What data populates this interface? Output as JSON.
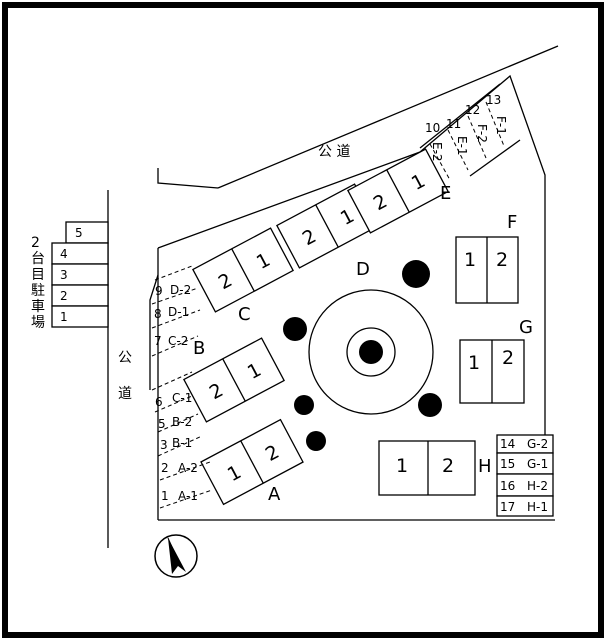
{
  "roads": {
    "top": "公 道",
    "left": "公 道"
  },
  "lot2": {
    "label": "2台目駐車場",
    "spots": [
      "5",
      "4",
      "3",
      "2",
      "1"
    ]
  },
  "buildings": [
    {
      "id": "A",
      "units": [
        "1",
        "2"
      ]
    },
    {
      "id": "B",
      "units": [
        "2",
        "1"
      ]
    },
    {
      "id": "C",
      "units": [
        "2",
        "1"
      ]
    },
    {
      "id": "D",
      "units": [
        "2",
        "1"
      ]
    },
    {
      "id": "E",
      "units": [
        "2",
        "1"
      ]
    },
    {
      "id": "F",
      "units": [
        "1",
        "2"
      ]
    },
    {
      "id": "G",
      "units": [
        "1",
        "2"
      ]
    },
    {
      "id": "H",
      "units": [
        "1",
        "2"
      ]
    }
  ],
  "spaces_left": [
    {
      "num": "1",
      "unit": "A-1"
    },
    {
      "num": "2",
      "unit": "A-2"
    },
    {
      "num": "3",
      "unit": "B-1"
    },
    {
      "num": "5",
      "unit": "B-2"
    },
    {
      "num": "6",
      "unit": "C-1"
    },
    {
      "num": "7",
      "unit": "C-2"
    },
    {
      "num": "8",
      "unit": "D-1"
    },
    {
      "num": "9",
      "unit": "D-2"
    }
  ],
  "spaces_top": [
    {
      "num": "10",
      "unit": "E-2"
    },
    {
      "num": "11",
      "unit": "E-1"
    },
    {
      "num": "12",
      "unit": "F-2"
    },
    {
      "num": "13",
      "unit": "F-1"
    }
  ],
  "spaces_right": [
    {
      "num": "14",
      "unit": "G-2"
    },
    {
      "num": "15",
      "unit": "G-1"
    },
    {
      "num": "16",
      "unit": "H-2"
    },
    {
      "num": "17",
      "unit": "H-1"
    }
  ],
  "icons": {
    "compass": "north-arrow-icon",
    "tree": "tree-icon"
  }
}
